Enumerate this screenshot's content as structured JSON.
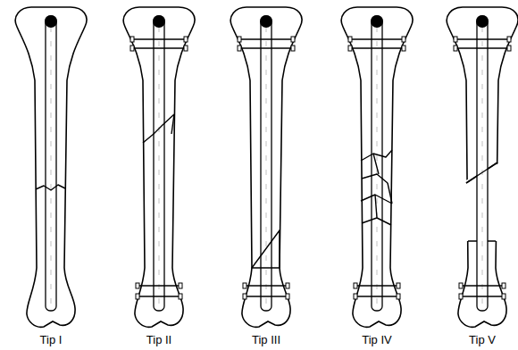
{
  "diagram": {
    "labels": [
      "Tip I",
      "Tip II",
      "Tip III",
      "Tip IV",
      "Tip V"
    ]
  }
}
